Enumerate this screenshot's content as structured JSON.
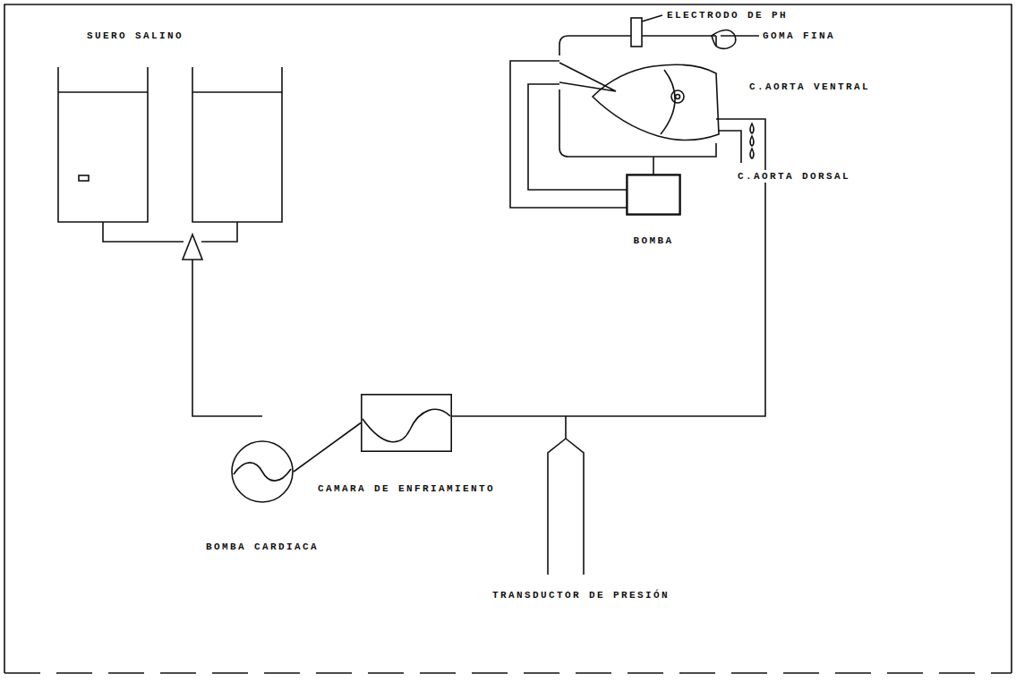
{
  "diagram": {
    "nodes": [
      {
        "text": [
          "CAMARA DE ENFRIAMIENTO"
        ]
      },
      {
        "text": [
          "BOMBA CARDIACA"
        ]
      },
      {
        "text": [
          "BOMBA"
        ]
      }
    ],
    "edges": [
      {
        "from": 1,
        "to": 0,
        "arrow": "none"
      }
    ],
    "labels": [
      "SUERO SALINO",
      "ELECTRODO DE PH",
      "GOMA FINA",
      "C.AORTA VENTRAL",
      "C.AORTA DORSAL",
      "TRANSDUCTOR DE PRESIÓN"
    ]
  }
}
